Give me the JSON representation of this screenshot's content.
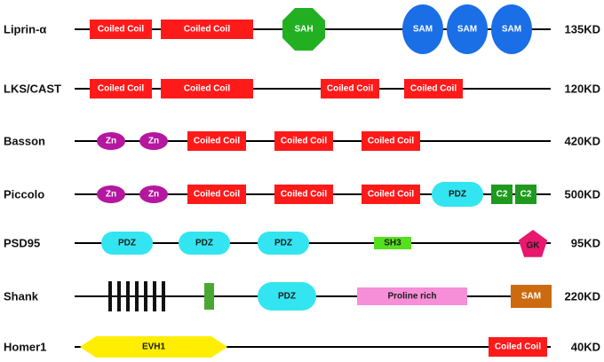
{
  "proteins": [
    {
      "name": "Liprin-α",
      "size": "135KD",
      "domains": [
        {
          "type": "rect",
          "label": "Coiled Coil",
          "color": "#ff1a1a",
          "text_color": "#ffffff"
        },
        {
          "type": "rect",
          "label": "Coiled Coil",
          "color": "#ff1a1a",
          "text_color": "#ffffff"
        },
        {
          "type": "octagon",
          "label": "SAH",
          "color": "#22b022",
          "text_color": "#ffffff"
        },
        {
          "type": "ellipse",
          "label": "SAM",
          "color": "#1a6ee6",
          "text_color": "#ffffff"
        },
        {
          "type": "ellipse",
          "label": "SAM",
          "color": "#1a6ee6",
          "text_color": "#ffffff"
        },
        {
          "type": "ellipse",
          "label": "SAM",
          "color": "#1a6ee6",
          "text_color": "#ffffff"
        }
      ]
    },
    {
      "name": "LKS/CAST",
      "size": "120KD",
      "domains": [
        {
          "type": "rect",
          "label": "Coiled Coil",
          "color": "#ff1a1a",
          "text_color": "#ffffff"
        },
        {
          "type": "rect",
          "label": "Coiled Coil",
          "color": "#ff1a1a",
          "text_color": "#ffffff"
        },
        {
          "type": "rect",
          "label": "Coiled Coil",
          "color": "#ff1a1a",
          "text_color": "#ffffff"
        },
        {
          "type": "rect",
          "label": "Coiled Coil",
          "color": "#ff1a1a",
          "text_color": "#ffffff"
        }
      ]
    },
    {
      "name": "Basson",
      "size": "420KD",
      "domains": [
        {
          "type": "ellipse",
          "label": "Zn",
          "color": "#b5179e",
          "text_color": "#ffffff"
        },
        {
          "type": "ellipse",
          "label": "Zn",
          "color": "#b5179e",
          "text_color": "#ffffff"
        },
        {
          "type": "rect",
          "label": "Coiled Coil",
          "color": "#ff1a1a",
          "text_color": "#ffffff"
        },
        {
          "type": "rect",
          "label": "Coiled Coil",
          "color": "#ff1a1a",
          "text_color": "#ffffff"
        },
        {
          "type": "rect",
          "label": "Coiled Coil",
          "color": "#ff1a1a",
          "text_color": "#ffffff"
        }
      ]
    },
    {
      "name": "Piccolo",
      "size": "500KD",
      "domains": [
        {
          "type": "ellipse",
          "label": "Zn",
          "color": "#b5179e",
          "text_color": "#ffffff"
        },
        {
          "type": "ellipse",
          "label": "Zn",
          "color": "#b5179e",
          "text_color": "#ffffff"
        },
        {
          "type": "rect",
          "label": "Coiled Coil",
          "color": "#ff1a1a",
          "text_color": "#ffffff"
        },
        {
          "type": "rect",
          "label": "Coiled Coil",
          "color": "#ff1a1a",
          "text_color": "#ffffff"
        },
        {
          "type": "rect",
          "label": "Coiled Coil",
          "color": "#ff1a1a",
          "text_color": "#ffffff"
        },
        {
          "type": "pill",
          "label": "PDZ",
          "color": "#33e5f0",
          "text_color": "#1a1a1a"
        },
        {
          "type": "rect",
          "label": "C2",
          "color": "#1e9a1e",
          "text_color": "#ffffff"
        },
        {
          "type": "rect",
          "label": "C2",
          "color": "#1e9a1e",
          "text_color": "#ffffff"
        }
      ]
    },
    {
      "name": "PSD95",
      "size": "95KD",
      "domains": [
        {
          "type": "pill",
          "label": "PDZ",
          "color": "#33e5f0",
          "text_color": "#1a1a1a"
        },
        {
          "type": "pill",
          "label": "PDZ",
          "color": "#33e5f0",
          "text_color": "#1a1a1a"
        },
        {
          "type": "pill",
          "label": "PDZ",
          "color": "#33e5f0",
          "text_color": "#1a1a1a"
        },
        {
          "type": "rect",
          "label": "SH3",
          "color": "#55e01e",
          "text_color": "#1a1a1a"
        },
        {
          "type": "pentagon",
          "label": "GK",
          "color": "#e8186e",
          "text_color": "#1a1a1a"
        }
      ]
    },
    {
      "name": "Shank",
      "size": "220KD",
      "domains": [
        {
          "type": "bars",
          "label": "",
          "color": "#111111",
          "text_color": "#111111"
        },
        {
          "type": "rect",
          "label": "",
          "color": "#4aa832",
          "text_color": "#ffffff"
        },
        {
          "type": "pill",
          "label": "PDZ",
          "color": "#33e5f0",
          "text_color": "#1a1a1a"
        },
        {
          "type": "rect",
          "label": "Proline rich",
          "color": "#f68fd8",
          "text_color": "#1a1a1a"
        },
        {
          "type": "rect",
          "label": "SAM",
          "color": "#cc6a10",
          "text_color": "#ffffff"
        }
      ]
    },
    {
      "name": "Homer1",
      "size": "40KD",
      "domains": [
        {
          "type": "hexarrow",
          "label": "EVH1",
          "color": "#ffee00",
          "text_color": "#1a1a1a"
        },
        {
          "type": "rect",
          "label": "Coiled Coil",
          "color": "#ff1a1a",
          "text_color": "#ffffff"
        }
      ]
    }
  ]
}
